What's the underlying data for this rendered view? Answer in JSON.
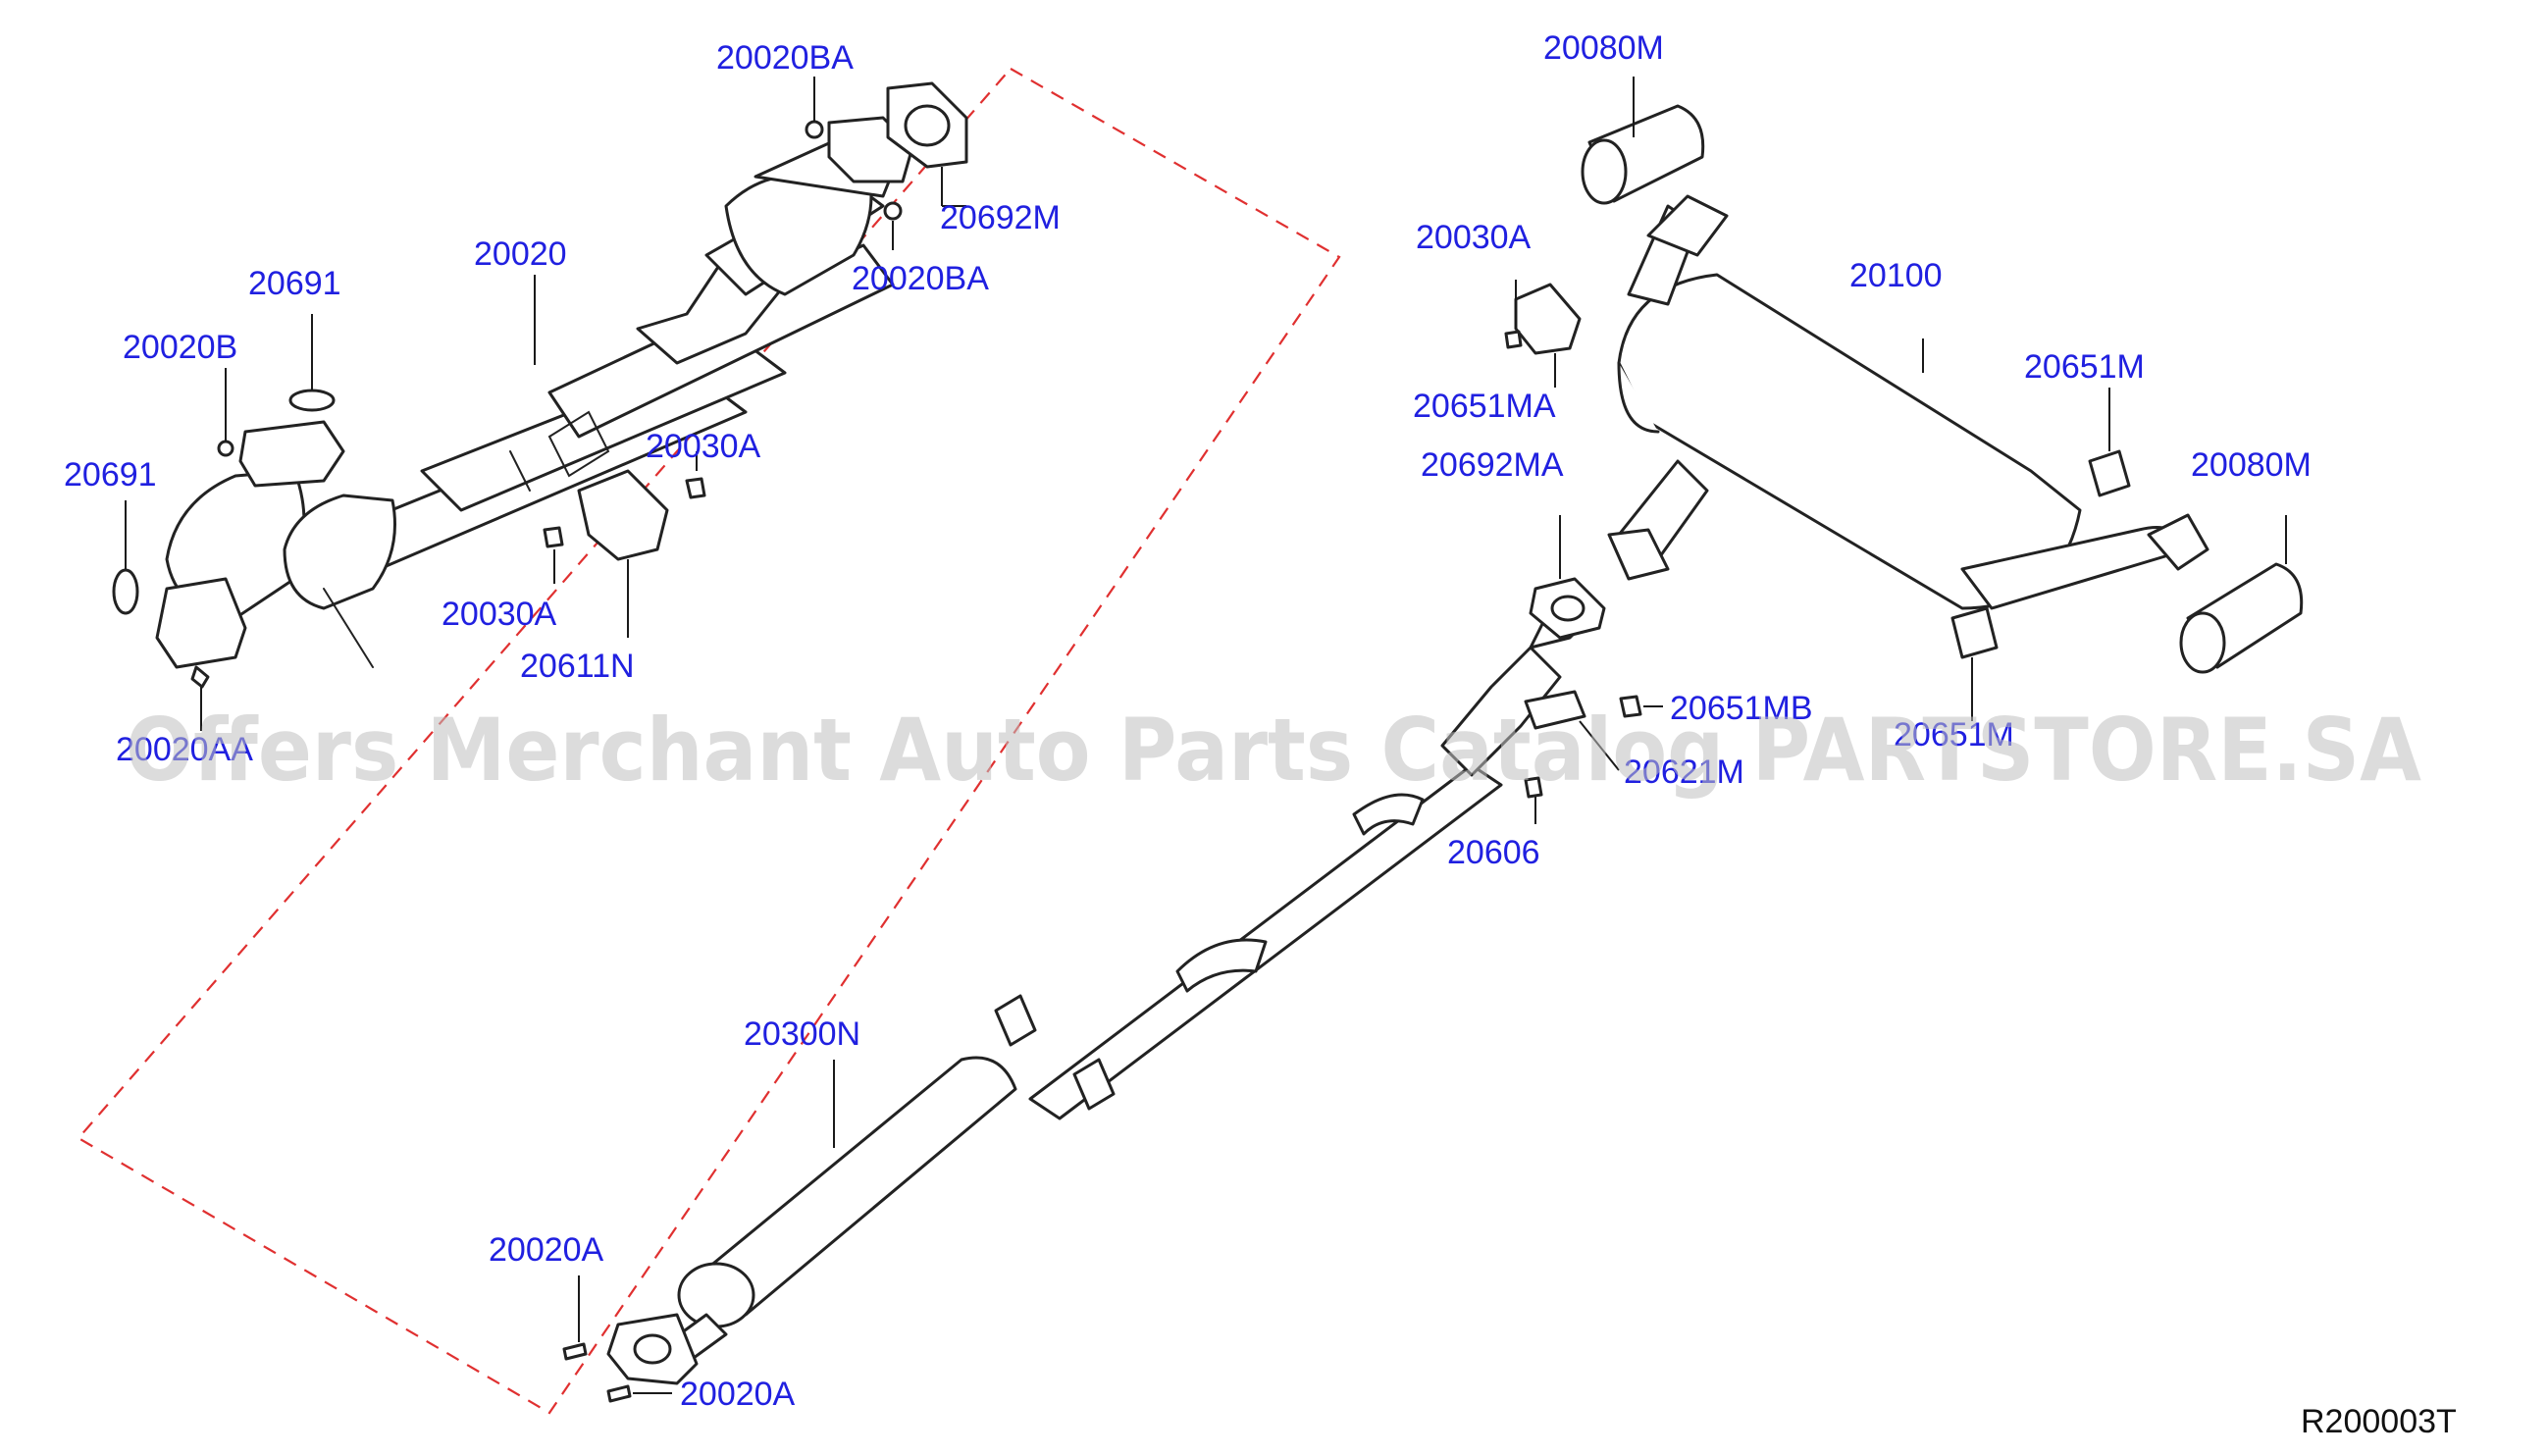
{
  "labels": {
    "l_20020BA_top": "20020BA",
    "l_20692M": "20692M",
    "l_20020BA_mid": "20020BA",
    "l_20020": "20020",
    "l_20691_top": "20691",
    "l_20020B": "20020B",
    "l_20691_left": "20691",
    "l_20030A_mid": "20030A",
    "l_20030A_low": "20030A",
    "l_20611N": "20611N",
    "l_20020AA": "20020AA",
    "l_20080M_top": "20080M",
    "l_20030A_right": "20030A",
    "l_20100": "20100",
    "l_20651MA": "20651MA",
    "l_20651M_right": "20651M",
    "l_20692MA": "20692MA",
    "l_20080M_right": "20080M",
    "l_20651MB": "20651MB",
    "l_20651M_low": "20651M",
    "l_20621M": "20621M",
    "l_20606": "20606",
    "l_20300N": "20300N",
    "l_20020A_top": "20020A",
    "l_20020A_low": "20020A"
  },
  "reference_code": "R200003T",
  "watermark": "Offers Merchant Auto Parts Catalog PARTSTORE.SA",
  "colors": {
    "label": "#2020e0",
    "line": "#222222",
    "dashed_boundary": "#e03030",
    "watermark": "#bfbfbf",
    "background": "#ffffff"
  }
}
